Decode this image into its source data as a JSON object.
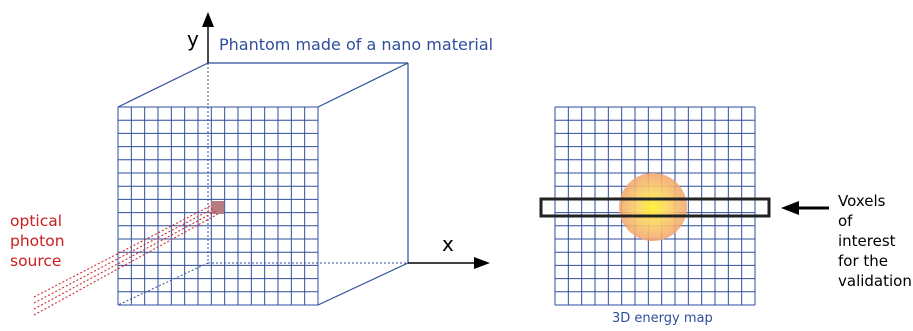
{
  "labels": {
    "phantom": "Phantom made of a nano material",
    "energy_map": "3D energy map",
    "photon_source": "optical\nphoton\nsource",
    "voxels_of_interest": "Voxels\nof interest\nfor the\nvalidation",
    "axis_x": "x",
    "axis_y": "y"
  },
  "colors": {
    "grid": "#2f4e9c",
    "phantom_label": "#2f4e9c",
    "map_label": "#2f4e9c",
    "source_label": "#cc1d1d",
    "beam": "#d32f2f",
    "source_voxel": "#b87c85",
    "hotspot_outer": "#f3a36c",
    "hotspot_inner": "#fff23a",
    "highlight_box": "#222222",
    "axis": "#000000"
  },
  "grid_divisions": 15,
  "icons": {
    "axis_arrows": "arrow-icon",
    "pointer_arrow": "arrow-left-icon"
  }
}
